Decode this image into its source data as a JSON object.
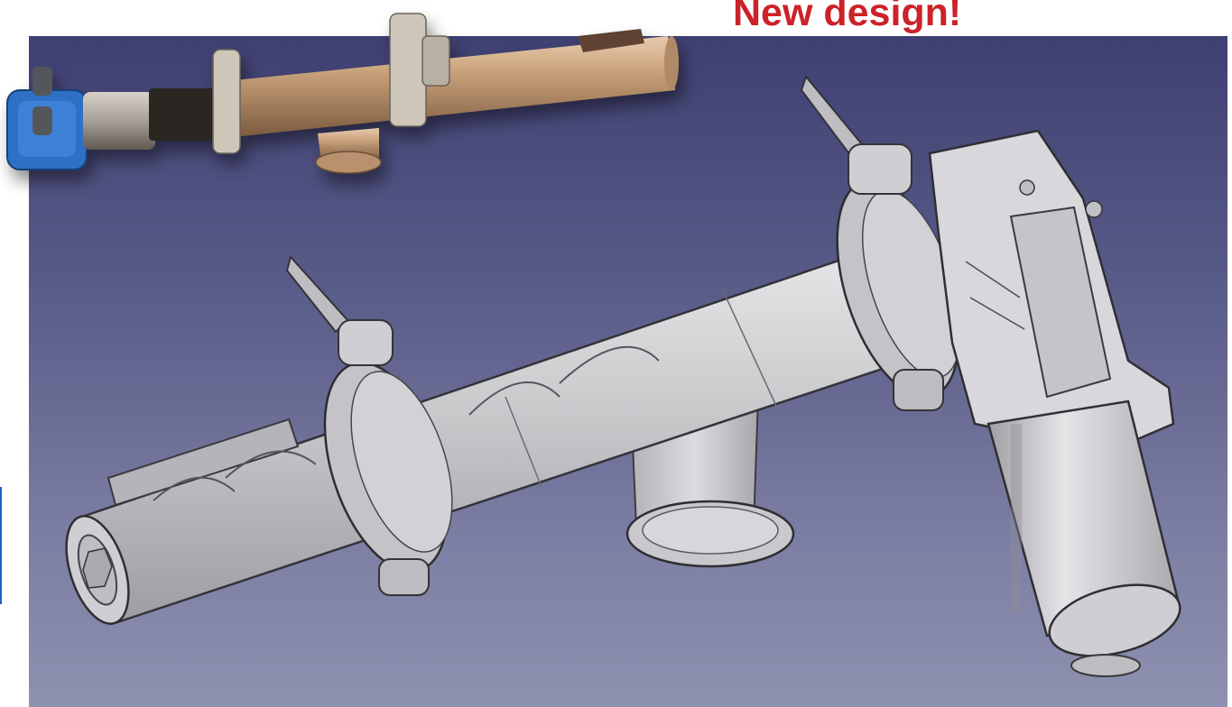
{
  "headline": {
    "text": "New design!"
  },
  "colors": {
    "headline": "#cc2229",
    "viewport_top": "#3f4072",
    "viewport_bottom": "#8f91b0",
    "accent_blue": "#1f62c4",
    "brass": "#c9a27a"
  },
  "scene": {
    "cad_model": "auger-feeder-render",
    "photo": "auger-feeder-photo",
    "motor_housing": "gear-motor-icon"
  }
}
